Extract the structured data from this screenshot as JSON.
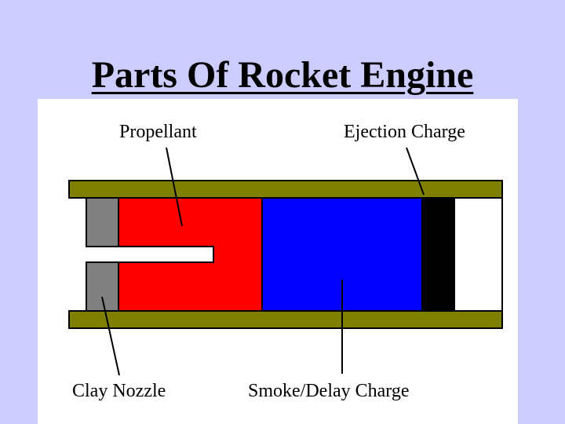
{
  "title": "Parts Of Rocket Engine",
  "labels": {
    "propellant": "Propellant",
    "ejection_charge": "Ejection Charge",
    "clay_nozzle": "Clay Nozzle",
    "smoke_delay_charge": "Smoke/Delay Charge"
  },
  "colors": {
    "background": "#ccccff",
    "casing": "#808000",
    "clay_nozzle": "#808080",
    "propellant": "#ff0000",
    "smoke_delay_charge": "#0000ff",
    "ejection_charge": "#000000",
    "empty_tube": "#ffffff"
  }
}
